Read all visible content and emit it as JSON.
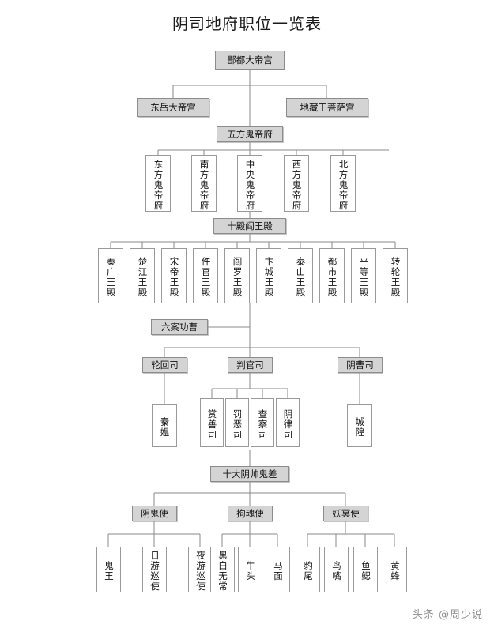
{
  "title": "阴司地府职位一览表",
  "watermark": "头条 @周少说",
  "colors": {
    "shaded_fill": "#d4d4d4",
    "plain_fill": "#ffffff",
    "border": "#9a9a9a",
    "line": "#8a8a8a",
    "text": "#121212"
  },
  "nodes": {
    "root": "酆都大帝宫",
    "level2": [
      "东岳大帝宫",
      "地藏王菩萨宫"
    ],
    "wufang": "五方鬼帝府",
    "five_ghost_emperors": [
      "东方鬼帝府",
      "南方鬼帝府",
      "中央鬼帝府",
      "西方鬼帝府",
      "北方鬼帝府"
    ],
    "ten_halls": "十殿阎王殿",
    "ten_kings": [
      "秦广王殿",
      "楚江王殿",
      "宋帝王殿",
      "仵官王殿",
      "阎罗王殿",
      "卞城王殿",
      "泰山王殿",
      "都市王殿",
      "平等王殿",
      "转轮王殿"
    ],
    "liuan": "六案功曹",
    "departments": [
      "轮回司",
      "判官司",
      "阴曹司"
    ],
    "lunhui_child": "秦媪",
    "panguan_children": [
      "赏善司",
      "罚恶司",
      "查察司",
      "阴律司"
    ],
    "yincao_child": "城隍",
    "ten_marshals": "十大阴帅鬼差",
    "envoys": [
      "阴鬼使",
      "拘魂使",
      "妖冥使"
    ],
    "yingui_children": [
      "鬼王",
      "日游巡使",
      "夜游巡使"
    ],
    "juhun_children": [
      "黑白无常",
      "牛头",
      "马面"
    ],
    "yaoming_children": [
      "豹尾",
      "鸟嘴",
      "鱼鳃",
      "黄蜂"
    ]
  }
}
